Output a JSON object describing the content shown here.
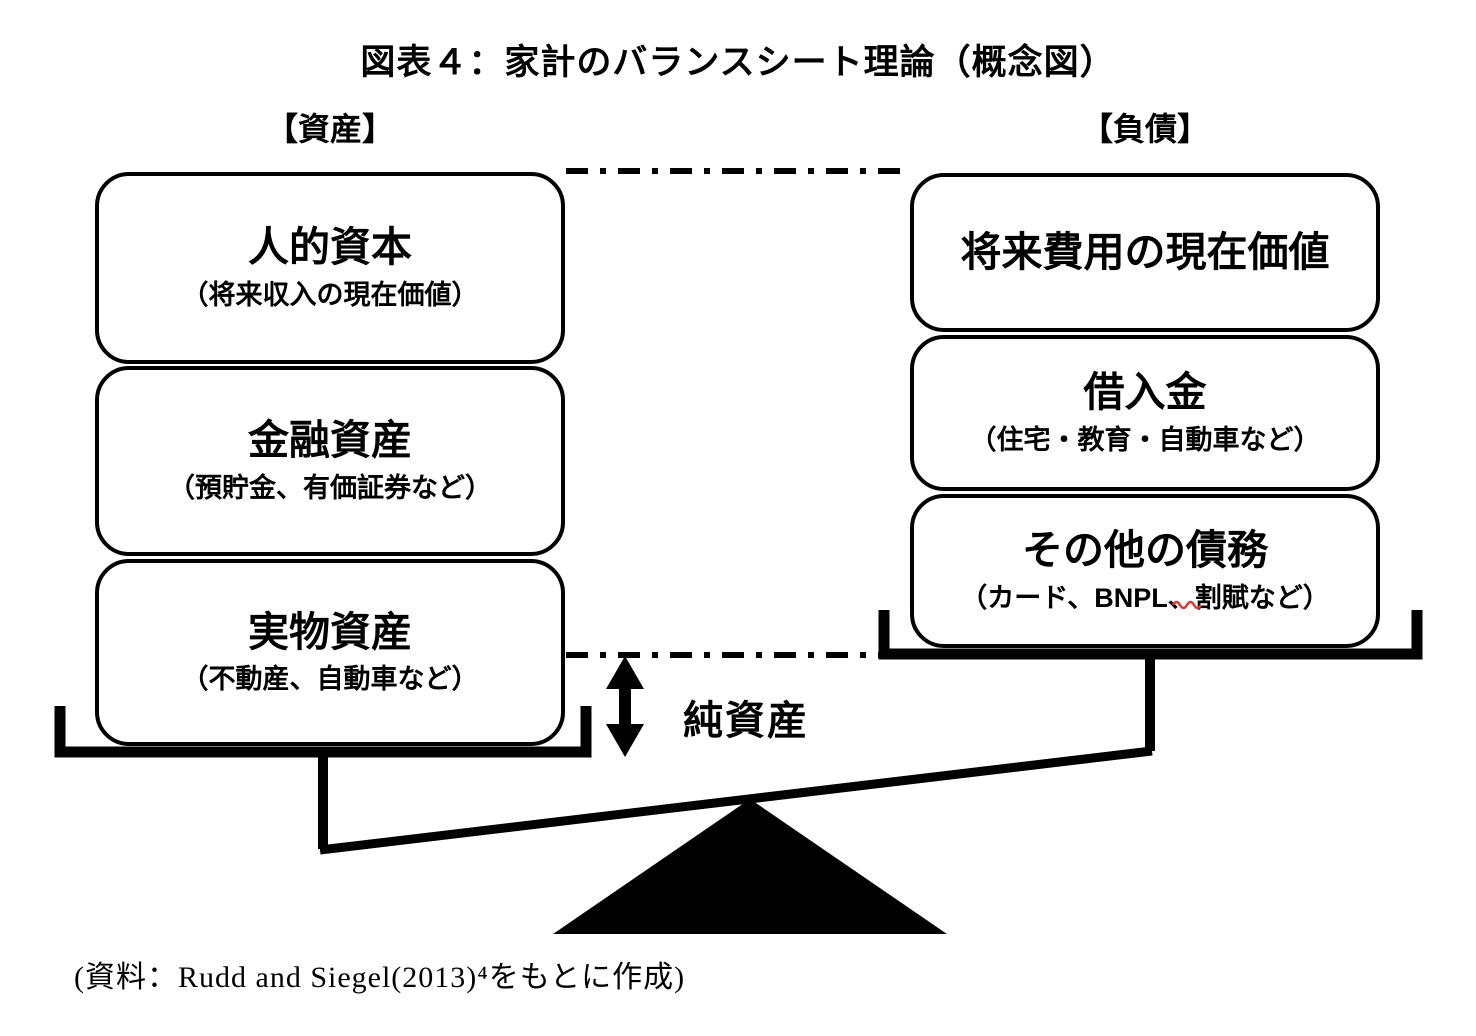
{
  "title": "図表４：家計のバランスシート理論（概念図）",
  "assets": {
    "header": "【資産】",
    "boxes": [
      {
        "main": "人的資本",
        "sub": "（将来収入の現在価値）"
      },
      {
        "main": "金融資産",
        "sub": "（預貯金、有価証券など）"
      },
      {
        "main": "実物資産",
        "sub": "（不動産、自動車など）"
      }
    ]
  },
  "liabilities": {
    "header": "【負債】",
    "boxes": [
      {
        "main": "将来費用の現在価値",
        "sub": ""
      },
      {
        "main": "借入金",
        "sub": "（住宅・教育・自動車など）"
      },
      {
        "main": "その他の債務",
        "sub": "（カード、BNPL、割賦など）"
      }
    ]
  },
  "net_assets_label": "純資産",
  "source_caption": "(資料：Rudd and Siegel(2013)⁴をもとに作成)",
  "colors": {
    "ink": "#000000",
    "background": "#ffffff",
    "spellcheck_red": "#e0392b"
  }
}
